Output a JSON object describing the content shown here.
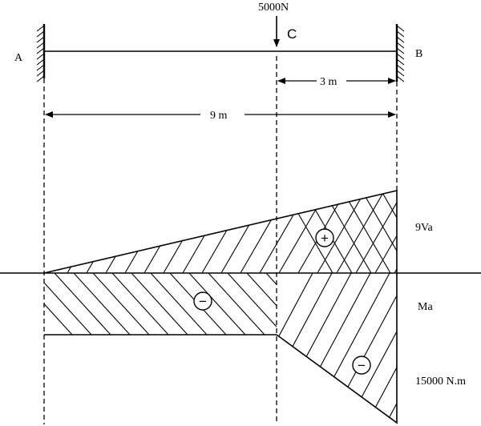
{
  "beam": {
    "support_left_label": "A",
    "support_right_label": "B",
    "load_label": "5000N",
    "point_label": "C"
  },
  "dimensions": {
    "cb_length": "3 m",
    "ab_length": "9 m"
  },
  "moment_diagram": {
    "label_positive_region": "9Va",
    "label_middle_region": "Ma",
    "label_bottom_region": "15000 N.m",
    "sign_positive": "+",
    "sign_negative_left": "−",
    "sign_negative_right": "−"
  }
}
